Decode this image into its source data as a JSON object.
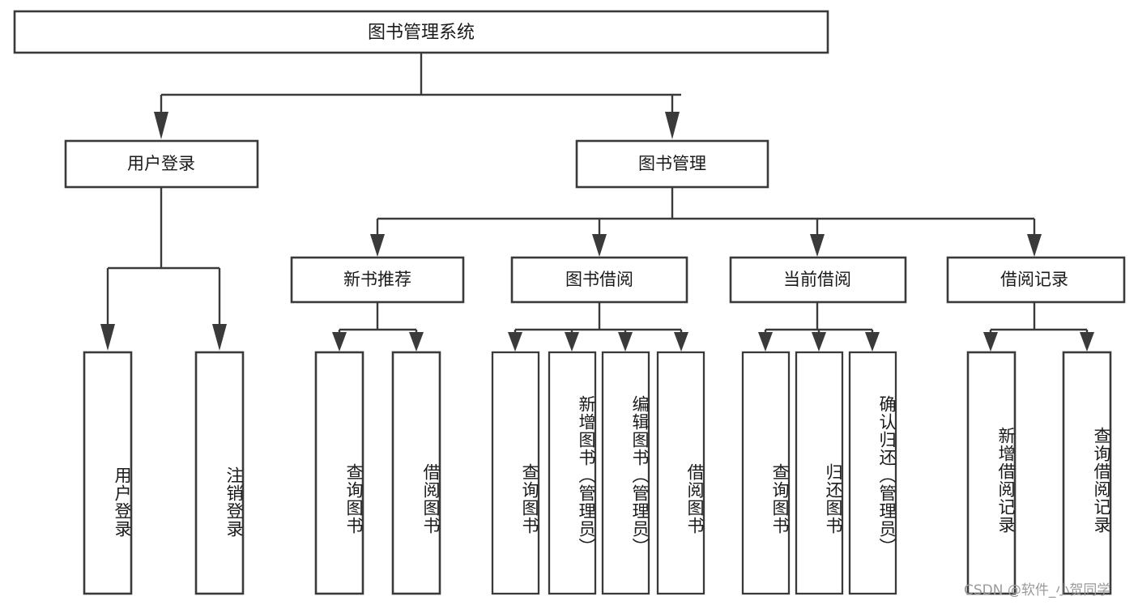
{
  "diagram": {
    "type": "tree",
    "title": "图书管理系统",
    "root": {
      "id": "root",
      "label": "图书管理系统"
    },
    "level1": [
      {
        "id": "user-login",
        "label": "用户登录"
      },
      {
        "id": "book-management",
        "label": "图书管理"
      }
    ],
    "level2": [
      {
        "id": "new-book-recommend",
        "label": "新书推荐",
        "parent": "book-management"
      },
      {
        "id": "book-borrow",
        "label": "图书借阅",
        "parent": "book-management"
      },
      {
        "id": "current-borrow",
        "label": "当前借阅",
        "parent": "book-management"
      },
      {
        "id": "borrow-record",
        "label": "借阅记录",
        "parent": "book-management"
      }
    ],
    "leaves": [
      {
        "id": "leaf-user-login",
        "label": "用户登录",
        "parent": "user-login"
      },
      {
        "id": "leaf-logout",
        "label": "注销登录",
        "parent": "user-login"
      },
      {
        "id": "leaf-query-book-1",
        "label": "查询图书",
        "parent": "new-book-recommend"
      },
      {
        "id": "leaf-borrow-book-1",
        "label": "借阅图书",
        "parent": "new-book-recommend"
      },
      {
        "id": "leaf-query-book-2",
        "label": "查询图书",
        "parent": "book-borrow"
      },
      {
        "id": "leaf-add-book",
        "label": "新增图书（管理员）",
        "parent": "book-borrow"
      },
      {
        "id": "leaf-edit-book",
        "label": "编辑图书（管理员）",
        "parent": "book-borrow"
      },
      {
        "id": "leaf-borrow-book-2",
        "label": "借阅图书",
        "parent": "book-borrow"
      },
      {
        "id": "leaf-query-book-3",
        "label": "查询图书",
        "parent": "current-borrow"
      },
      {
        "id": "leaf-return-book",
        "label": "归还图书",
        "parent": "current-borrow"
      },
      {
        "id": "leaf-confirm-return",
        "label": "确认归还（管理员）",
        "parent": "current-borrow"
      },
      {
        "id": "leaf-add-record",
        "label": "新增借阅记录",
        "parent": "borrow-record"
      },
      {
        "id": "leaf-query-record",
        "label": "查询借阅记录",
        "parent": "borrow-record"
      }
    ]
  },
  "watermark": {
    "text": "CSDN @软件_小贺同学"
  },
  "colors": {
    "stroke": "#3a3a3a",
    "text": "#1a1a1a",
    "background": "#ffffff",
    "watermark": "#9a9a9a"
  }
}
